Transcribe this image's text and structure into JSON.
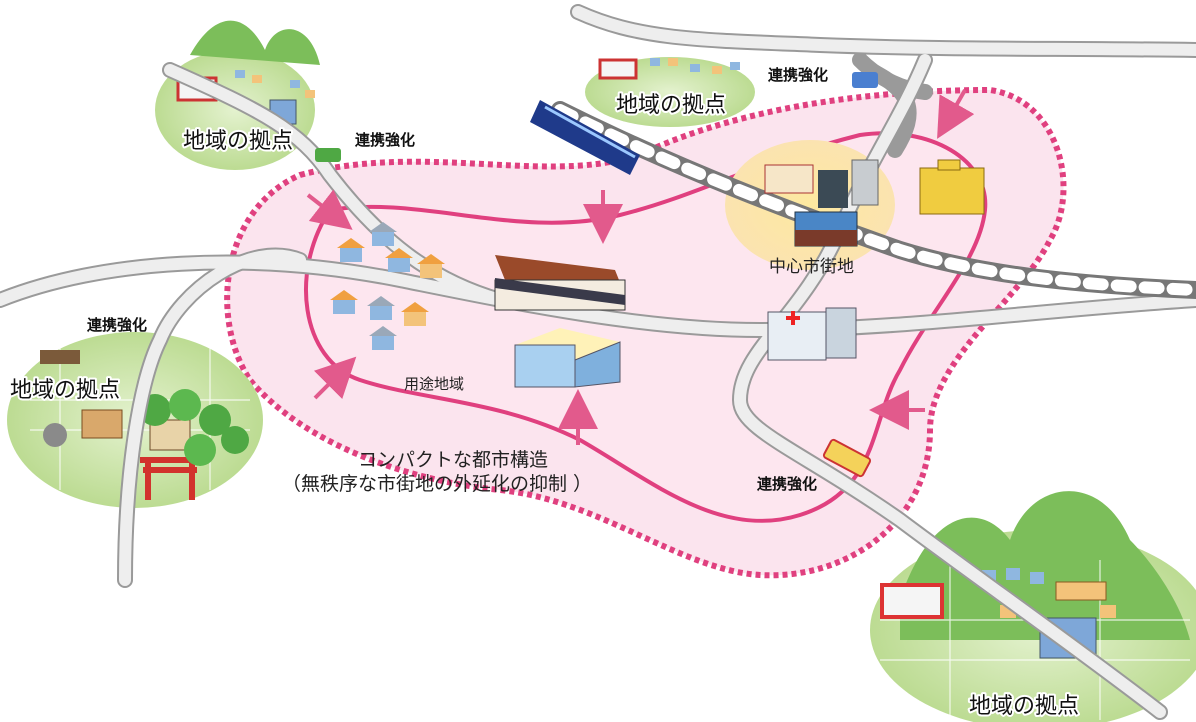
{
  "labels": {
    "hub_top_left": "地域の拠点",
    "hub_top_center": "地域の拠点",
    "hub_left": "地域の拠点",
    "hub_bottom_right": "地域の拠点",
    "link_top_left": "連携強化",
    "link_top_center": "連携強化",
    "link_left": "連携強化",
    "link_bottom_right": "連携強化",
    "city_center": "中心市街地",
    "use_zone": "用途地域",
    "compact_title": "コンパクトな都市構造",
    "compact_note": "（無秩序な市街地の外延化の抑制 ）"
  },
  "colors": {
    "pink_zone": "#fbe4ee",
    "pink_line": "#e0407f",
    "center_glow": "#fde9a0",
    "hub_green": "#c8e2a8",
    "mountain": "#7cbe5a",
    "road": "#ededed"
  }
}
